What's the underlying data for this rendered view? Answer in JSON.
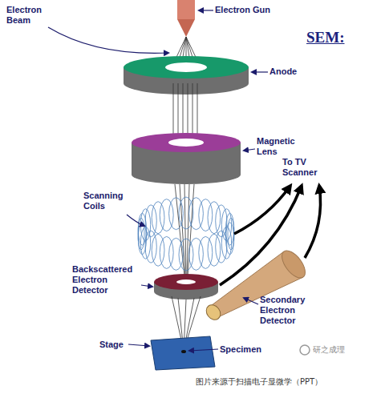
{
  "diagram": {
    "title": "SEM:",
    "caption": "图片来源于扫描电子显微学（PPT）",
    "labels": [
      "Electron Beam",
      "Electron Gun",
      "Anode",
      "Magnetic Lens",
      "To TV Scanner",
      "Scanning Coils",
      "Backscattered Electron Detector",
      "Secondary Electron Detector",
      "Stage",
      "Specimen",
      "研之成理"
    ]
  }
}
